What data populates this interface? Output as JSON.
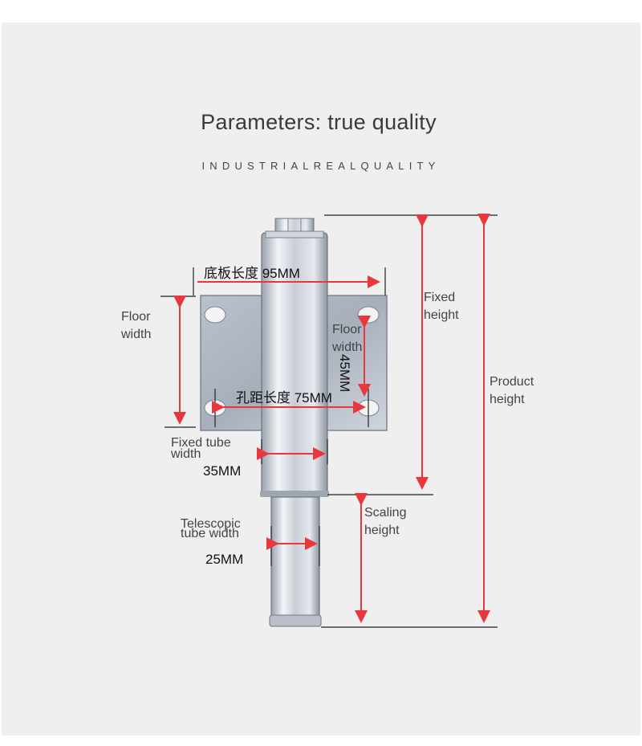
{
  "header": {
    "title": "Parameters: true quality",
    "subtitle": "INDUSTRIALREALQUALITY"
  },
  "annotations": {
    "base_length": "底板长度  95MM",
    "hole_spacing": "孔距长度  75MM",
    "floor_width_left": "Floor width",
    "floor_width_right": "Floor width",
    "floor_width_value": "45MM",
    "fixed_tube_width_label": "Fixed tube width",
    "fixed_tube_width_value": "35MM",
    "telescopic_tube_width_label": "Telescopic tube width",
    "telescopic_tube_width_value": "25MM",
    "fixed_height": "Fixed height",
    "scaling_height": "Scaling height",
    "product_height": "Product height"
  },
  "colors": {
    "panel": "#efefef",
    "arrow": "#e8383d",
    "steel_light": "#e4e8ee",
    "steel_dark": "#8a929e"
  }
}
